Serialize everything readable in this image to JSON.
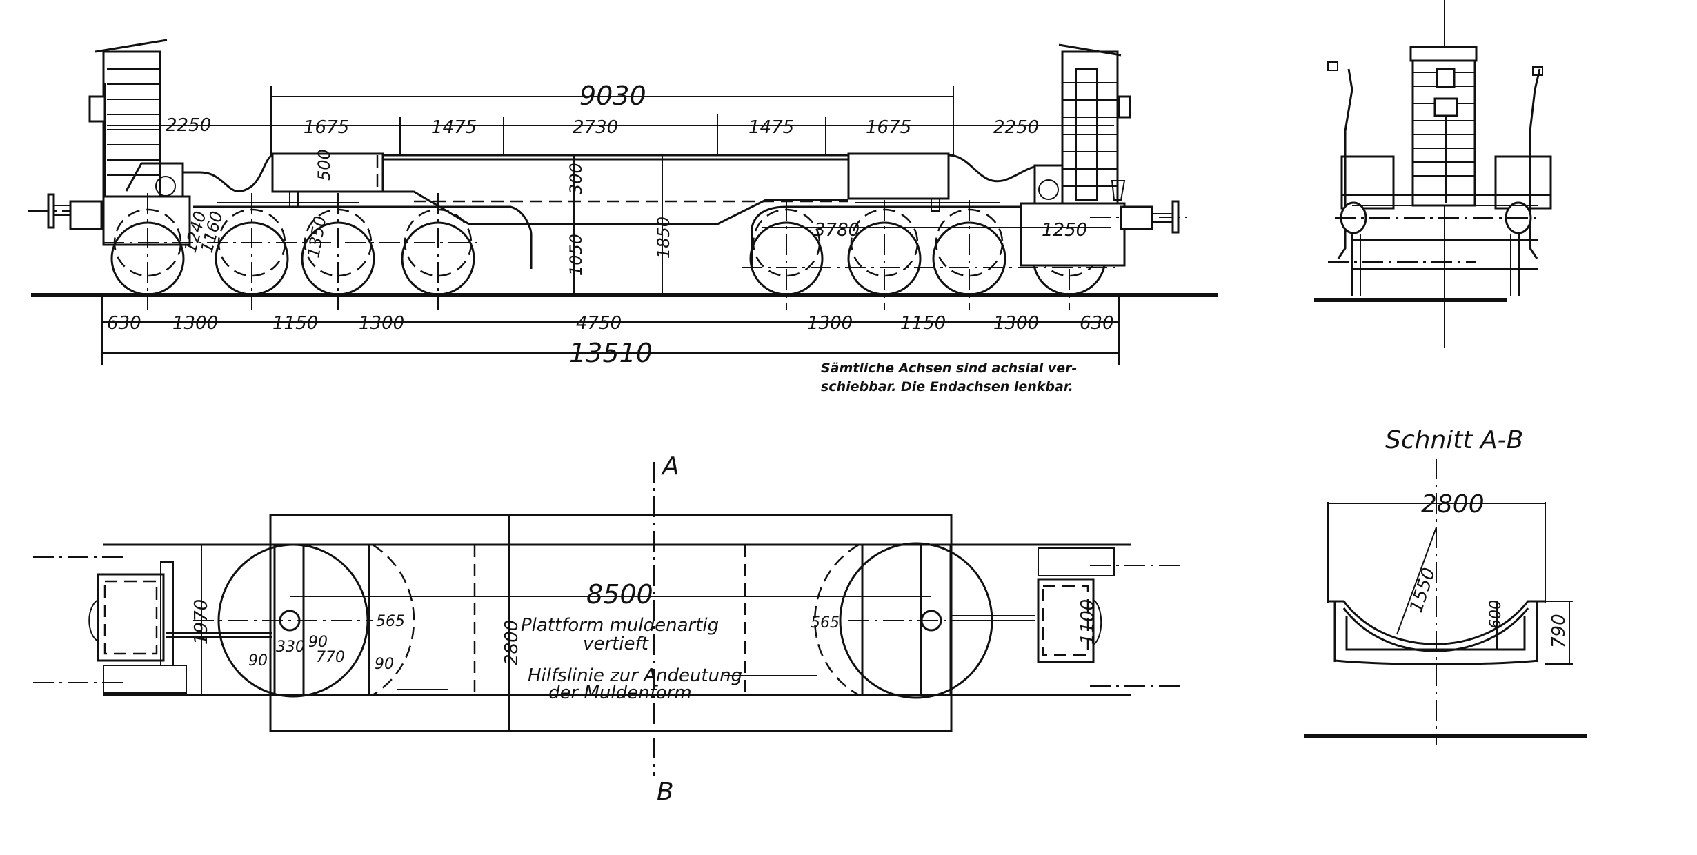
{
  "drawing": {
    "subject": "Schwerlast-Tiefladewagen (side view, end view, plan view, section)",
    "side_view": {
      "overall_top": "9030",
      "top_segments": [
        "2250",
        "1675",
        "1475",
        "2730",
        "1475",
        "1675",
        "2250"
      ],
      "vertical": {
        "platform_depth": "500",
        "drop": "300",
        "deck_height_low": "1050",
        "deck_height_high": "1850",
        "left_a": "1240",
        "left_b": "1160",
        "bogie_height": "1350"
      },
      "bogie_left_span": "3780",
      "bogie_right_span": "1250",
      "bottom_segments": [
        "630",
        "1300",
        "1150",
        "1300",
        "4750",
        "1300",
        "1150",
        "1300",
        "630"
      ],
      "overall_length": "13510",
      "note_line1": "Sämtliche Achsen sind achsial ver-",
      "note_line2": "schiebbar. Die Endachsen lenkbar."
    },
    "plan_view": {
      "section_marker_top": "A",
      "section_marker_bottom": "B",
      "width_bogie": "1970",
      "platform_width": "2800",
      "pivot_span": "8500",
      "cradle_offset_left": "565",
      "cradle_offset_right": "565",
      "detail_dims": [
        "90",
        "330",
        "90",
        "770",
        "90"
      ],
      "cab_width": "1100",
      "label_platform_1": "Plattform muldenartig",
      "label_platform_2": "vertieft",
      "label_helper_1": "Hilfslinie zur Andeutung",
      "label_helper_2": "der Muldenform"
    },
    "section_view": {
      "title": "Schnitt A-B",
      "width": "2800",
      "radius": "1550",
      "depth_inner": "600",
      "depth_outer": "790"
    }
  }
}
